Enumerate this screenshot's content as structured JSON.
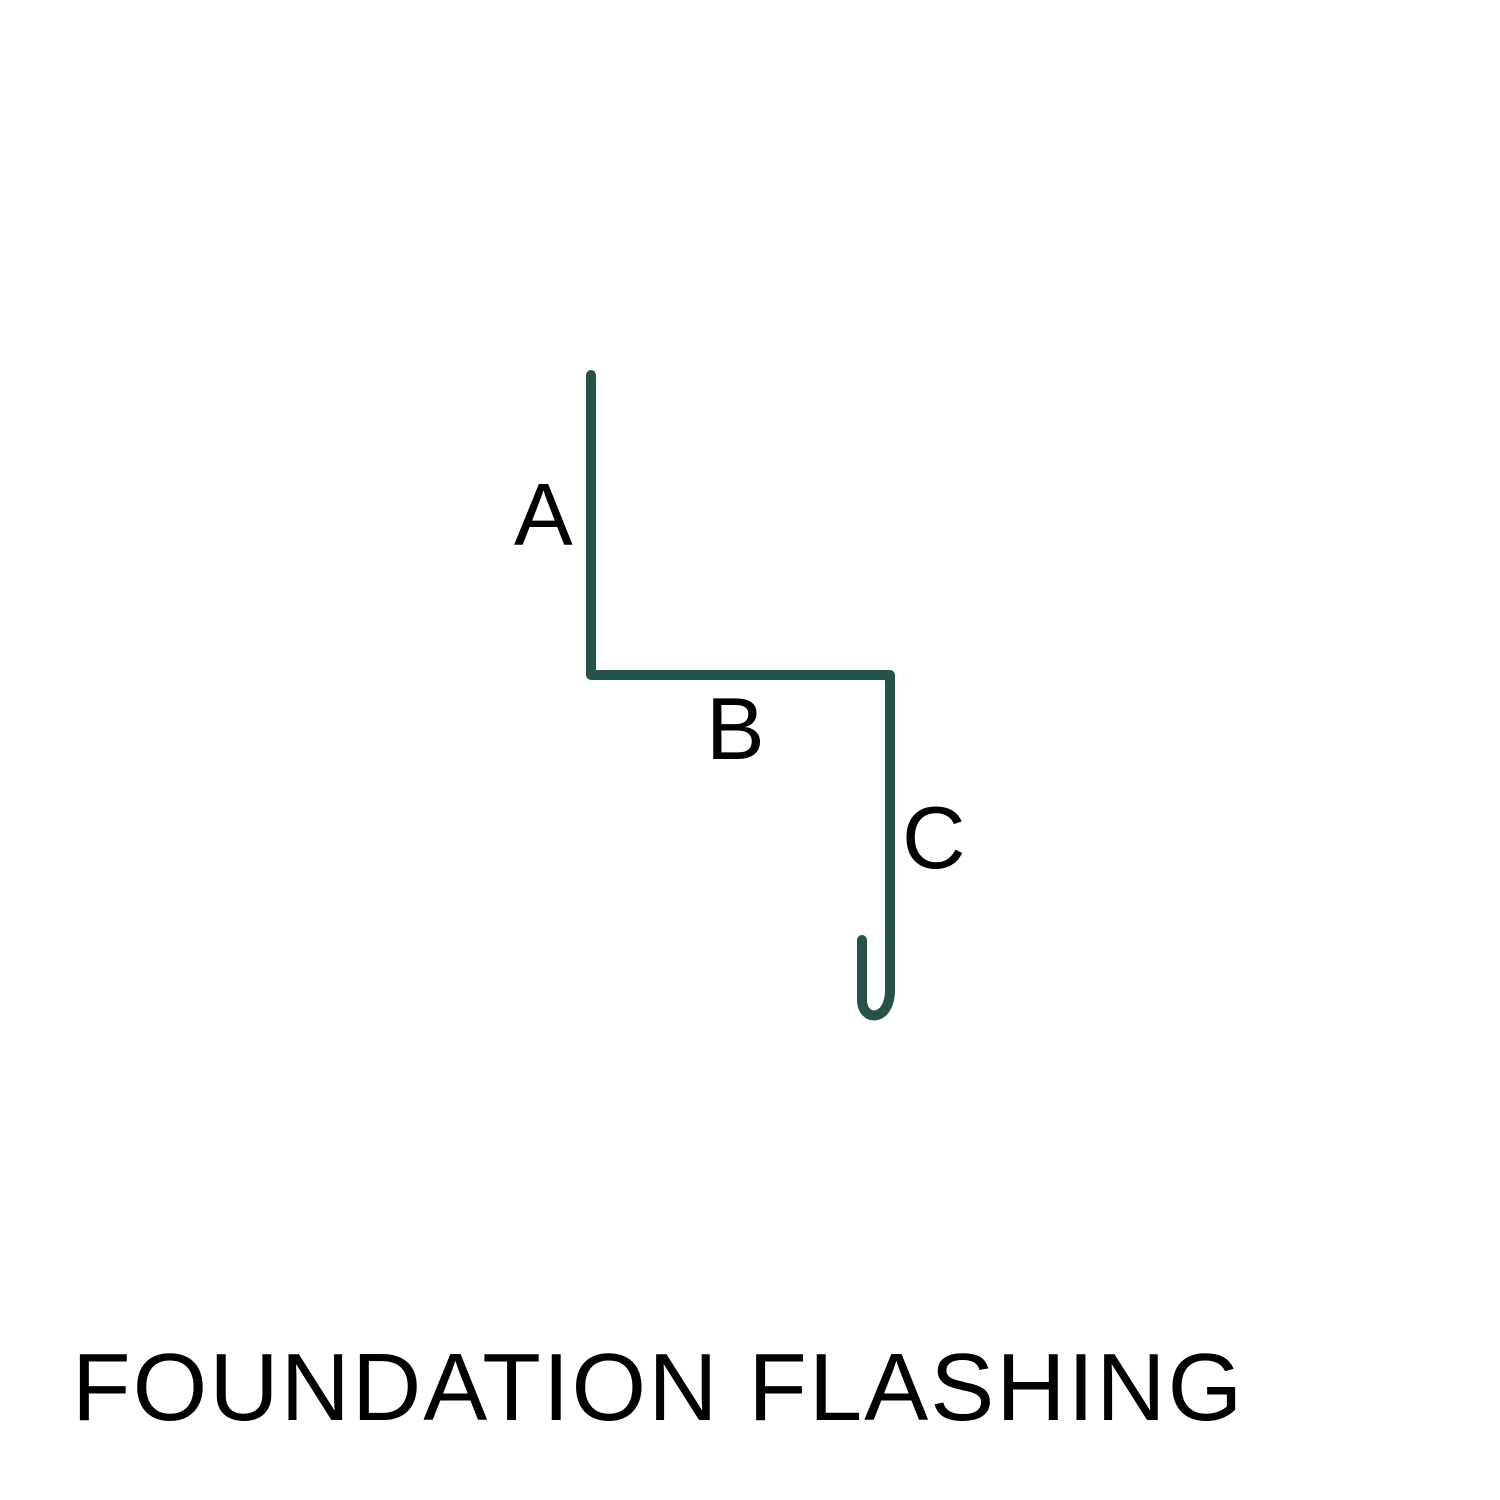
{
  "title": "FOUNDATION FLASHING",
  "labels": {
    "a": "A",
    "b": "B",
    "c": "C"
  },
  "colors": {
    "profile_stroke": "#24534a",
    "text": "#000000",
    "background": "#ffffff"
  }
}
